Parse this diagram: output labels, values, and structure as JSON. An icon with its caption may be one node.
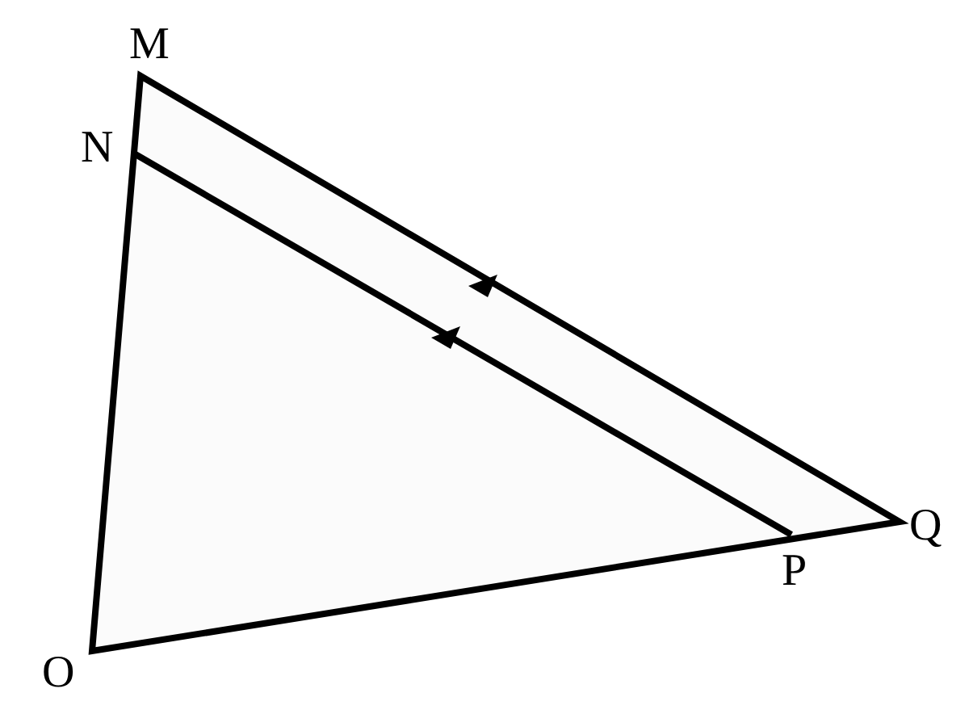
{
  "diagram": {
    "labels": [
      "M",
      "N",
      "O",
      "P",
      "Q"
    ]
  }
}
